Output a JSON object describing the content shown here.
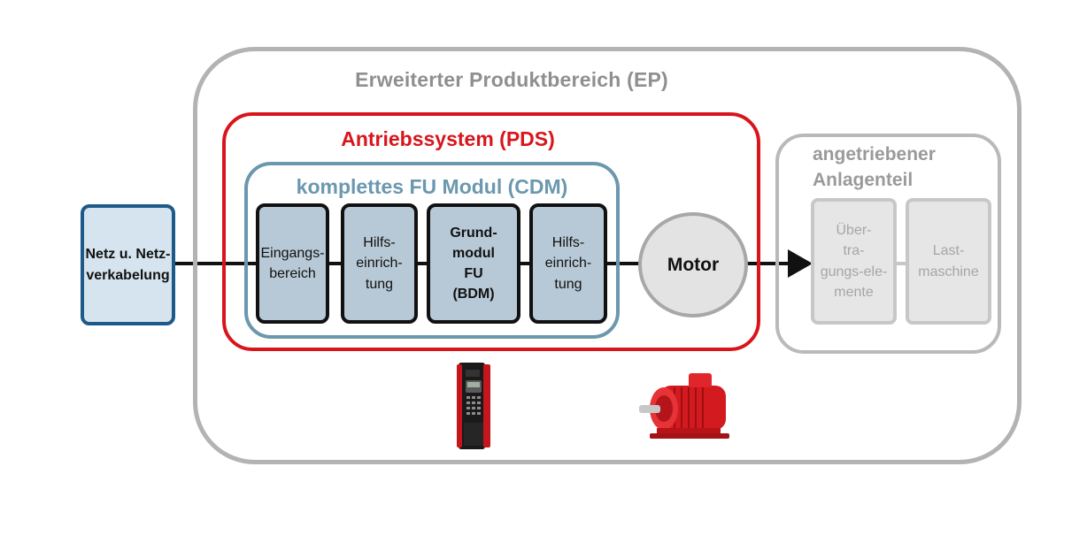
{
  "colors": {
    "ep_border": "#b3b3b3",
    "pds_red": "#d9151c",
    "cdm_blue": "#6b98ae",
    "module_fill": "#b7c9d6",
    "net_border": "#1d5a8a",
    "net_fill": "#d5e4ef",
    "motor_fill": "#e3e3e3",
    "grey_text": "#9a9a9a"
  },
  "diagram": {
    "ep_title": "Erweiterter Produktbereich (EP)",
    "pds_title": "Antriebssystem (PDS)",
    "cdm_title": "komplettes FU Modul (CDM)",
    "net": {
      "line1": "Netz u. Netz-",
      "line2": "verkabelung"
    },
    "modules": [
      {
        "lines": [
          "Eingangs-",
          "bereich"
        ]
      },
      {
        "lines": [
          "Hilfs-",
          "einrich-",
          "tung"
        ]
      },
      {
        "lines": [
          "Grund-",
          "modul",
          "FU",
          "(BDM)"
        ]
      },
      {
        "lines": [
          "Hilfs-",
          "einrich-",
          "tung"
        ]
      }
    ],
    "motor_label": "Motor",
    "load": {
      "title_line1": "angetriebener",
      "title_line2": "Anlagenteil",
      "transmission": [
        "Über-",
        "tra-",
        "gungs-ele-",
        "mente"
      ],
      "machine": [
        "Last-",
        "maschine"
      ]
    },
    "icons": {
      "inverter": "frequency-inverter-device-icon",
      "motor": "electric-motor-device-icon"
    }
  }
}
